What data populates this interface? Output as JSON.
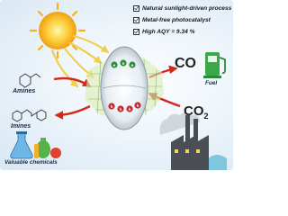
{
  "bullets": [
    "Natural sunlight-driven process",
    "Metal-free photocatalyst",
    "High AQY = 9.34 %"
  ],
  "labels": {
    "amines": "Amines",
    "imines": "Imines",
    "chemicals": "Valuable chemicals",
    "fuel": "Fuel",
    "co": "CO",
    "co2_base": "CO",
    "co2_sub": "2",
    "electron_symbol": "e",
    "hole_symbol": "h"
  },
  "colors": {
    "sun": "#f6b81a",
    "ray": "#f4d86a",
    "arrow_red": "#d22a1a",
    "electron": "#2f8f3a",
    "hole": "#c0262d",
    "pump": "#3aa848",
    "factory": "#4a4f56"
  },
  "icons": [
    "sun-icon",
    "fuel-pump-icon",
    "factory-icon",
    "flask-icon",
    "catalyst-particle-icon"
  ]
}
